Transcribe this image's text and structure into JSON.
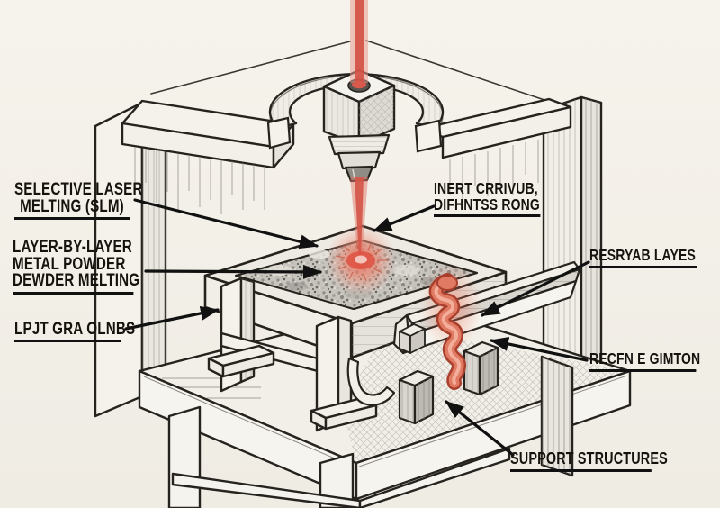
{
  "labels": {
    "selective_laser_melting": {
      "line1": "SELECTIVE LASER",
      "line2": "MELTING (SLM)"
    },
    "layer_by_layer": {
      "line1": "LAYER-BY-LAYER",
      "line2": "METAL POWDER",
      "line3": "DEWDER MELTING"
    },
    "build_platform": {
      "line1": "LPJT GRA OLNBS"
    },
    "inert_chamber": {
      "line1": "INERT CRRIVUB,",
      "line2": "DIFHNTSS RONG"
    },
    "recoated_layers": {
      "line1": "RESRYAB LAYES"
    },
    "recoater_station": {
      "line1": "RECFN E GIMTON"
    },
    "support_structures": {
      "line1": "SUPPORT STRUCTURES"
    }
  },
  "colors": {
    "paper": "#f3f0e9",
    "ink": "#26231f",
    "laser_red": "#d4574a",
    "melt_glow": "#e8826d",
    "molten_metal": "#df7560",
    "powder_gray": "#c7c4be",
    "label_ink": "#111111"
  },
  "scene_components": [
    "laser-beam",
    "laser-head",
    "focus-nozzle",
    "gantry-ring",
    "gantry-frame",
    "powder-bed",
    "melt-pool",
    "molten-metal-drip",
    "overflow-trough",
    "support-structure-blocks",
    "build-platform-stand",
    "work-table"
  ]
}
